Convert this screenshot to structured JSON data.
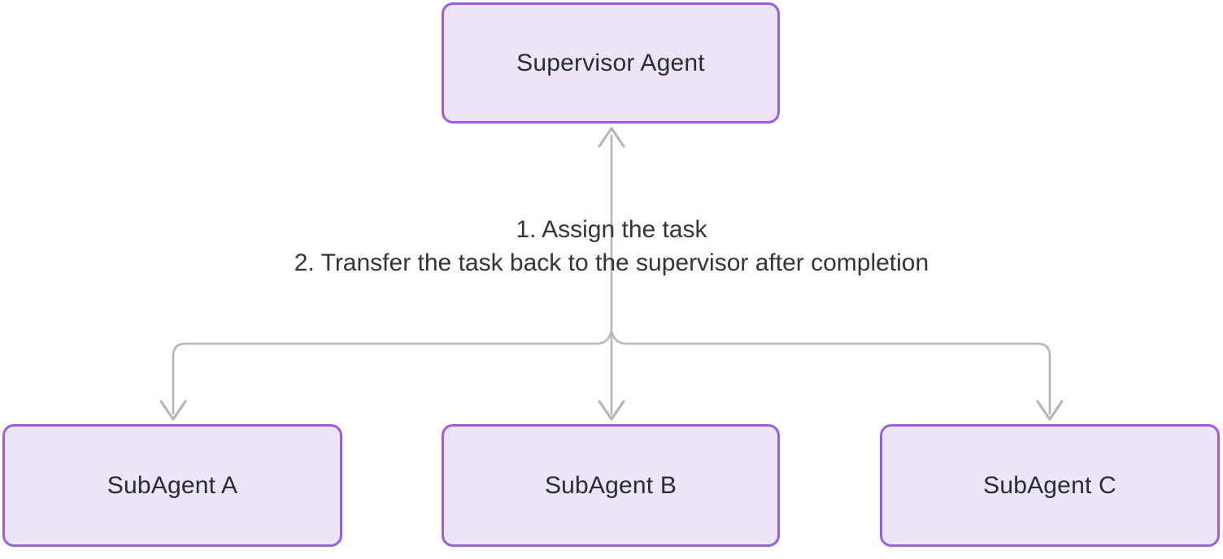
{
  "diagram": {
    "type": "flowchart",
    "nodes": [
      {
        "id": "supervisor",
        "label": "Supervisor Agent"
      },
      {
        "id": "subagent-a",
        "label": "SubAgent A"
      },
      {
        "id": "subagent-b",
        "label": "SubAgent B"
      },
      {
        "id": "subagent-c",
        "label": "SubAgent C"
      }
    ],
    "edges": [
      {
        "from": "subagents-rail",
        "to": "supervisor",
        "arrow": "up"
      },
      {
        "from": "supervisor-rail",
        "to": "subagent-a",
        "arrow": "down"
      },
      {
        "from": "supervisor-rail",
        "to": "subagent-b",
        "arrow": "down"
      },
      {
        "from": "supervisor-rail",
        "to": "subagent-c",
        "arrow": "down"
      }
    ],
    "edge_label_lines": [
      "1. Assign the task",
      "2. Transfer the task back to the supervisor after completion"
    ],
    "colors": {
      "background": "#ffffff",
      "node_fill": "#ece4f9",
      "node_border": "#9b5de2",
      "node_text": "#2b2b33",
      "connector": "#b6b6b9",
      "edge_label_text": "#343434"
    }
  }
}
